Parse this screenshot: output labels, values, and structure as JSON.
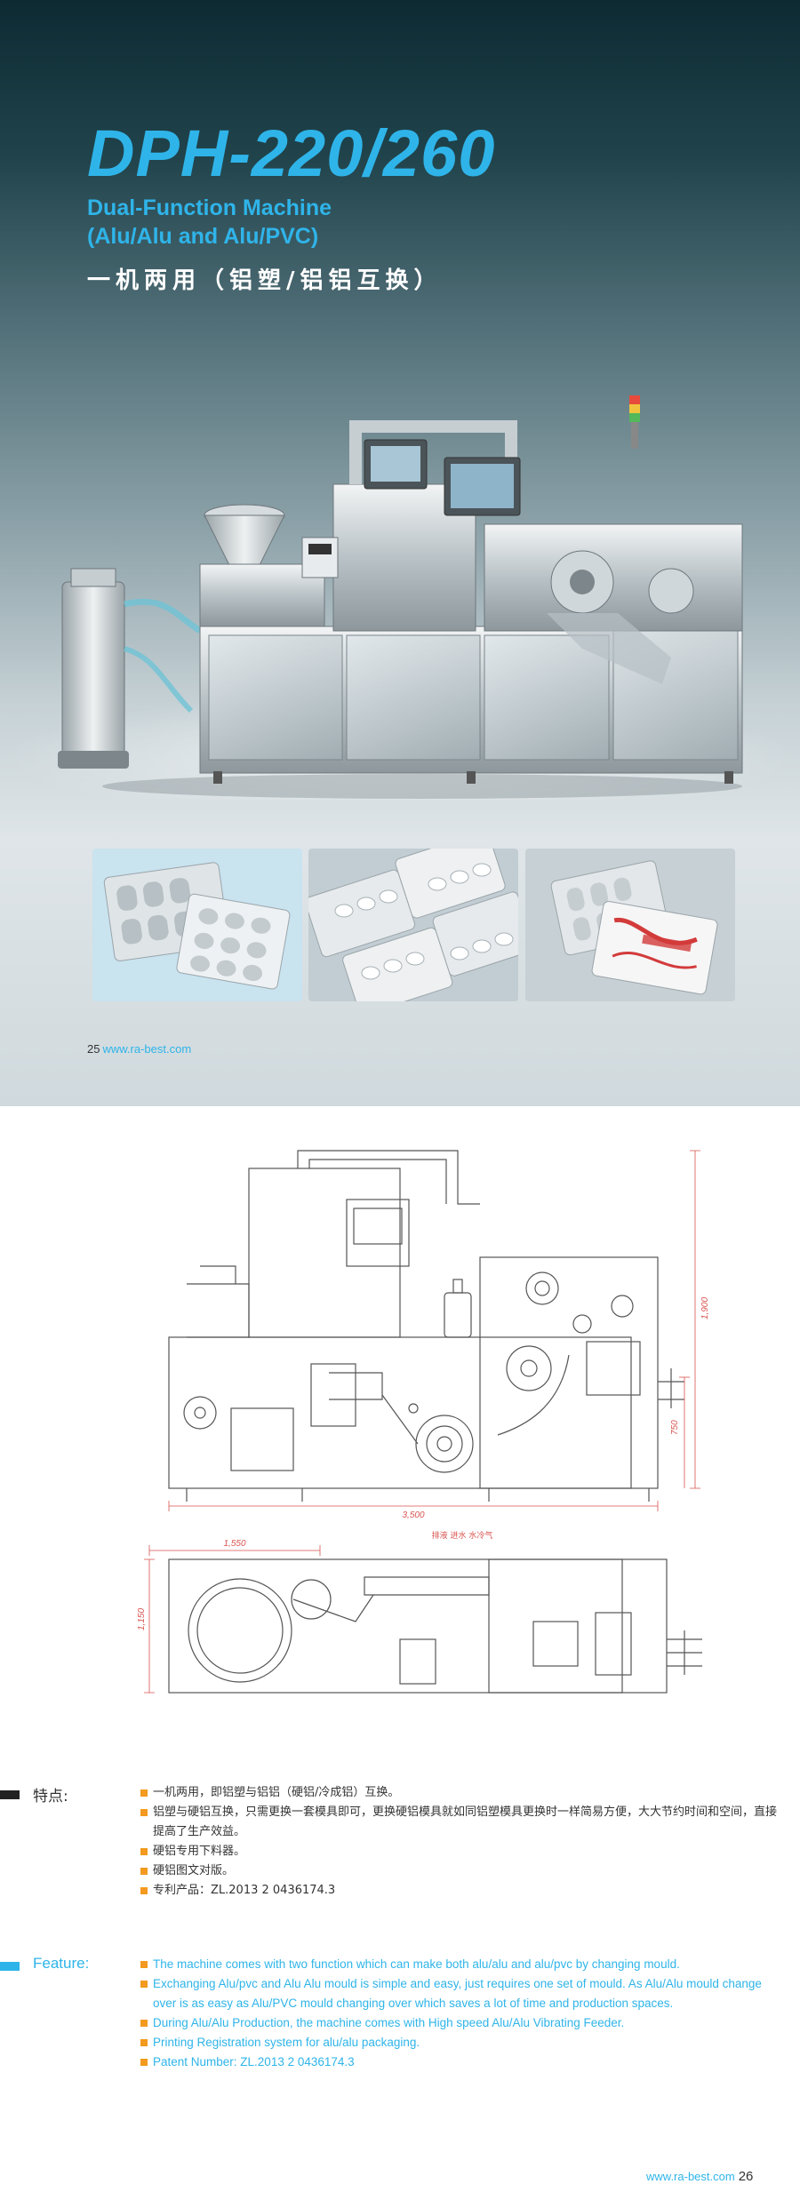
{
  "hero": {
    "model": "DPH-220/260",
    "subtitle_line1": "Dual-Function Machine",
    "subtitle_line2": "(Alu/Alu and Alu/PVC)",
    "title_cn": "一机两用（铝塑/铝铝互换）",
    "page_number": "25",
    "website": "www.ra-best.com"
  },
  "drawings": {
    "dim_total_length": "3,500",
    "dim_height": "1,900",
    "dim_table_height": "750",
    "dim_section_length": "1,550",
    "dim_depth": "1,150",
    "note_cn": "排液 进水 水冷气"
  },
  "features_cn": {
    "label": "特点:",
    "items": [
      "一机两用，即铝塑与铝铝（硬铝/冷成铝）互换。",
      "铝塑与硬铝互换，只需更换一套模具即可，更换硬铝模具就如同铝塑模具更换时一样简易方便，大大节约时间和空间，直接提高了生产效益。",
      "硬铝专用下料器。",
      "硬铝图文对版。",
      "专利产品：ZL.2013 2 0436174.3"
    ]
  },
  "features_en": {
    "label": "Feature:",
    "items": [
      "The machine comes with two function which can make both alu/alu and alu/pvc by changing mould.",
      "Exchanging Alu/pvc and Alu Alu mould is simple and easy, just requires one set of mould. As Alu/Alu mould change over is as easy as Alu/PVC mould changing over which saves a lot of time and production spaces.",
      "During Alu/Alu Production, the machine comes with High speed Alu/Alu Vibrating Feeder.",
      "Printing Registration system for alu/alu packaging.",
      "Patent Number: ZL.2013 2 0436174.3"
    ]
  },
  "footer": {
    "website": "www.ra-best.com",
    "page_number": "26"
  },
  "colors": {
    "accent_blue": "#2fb4e9",
    "bullet_orange": "#f39a1f",
    "drawing_line": "#555555",
    "dimension_red": "#d9534f"
  }
}
